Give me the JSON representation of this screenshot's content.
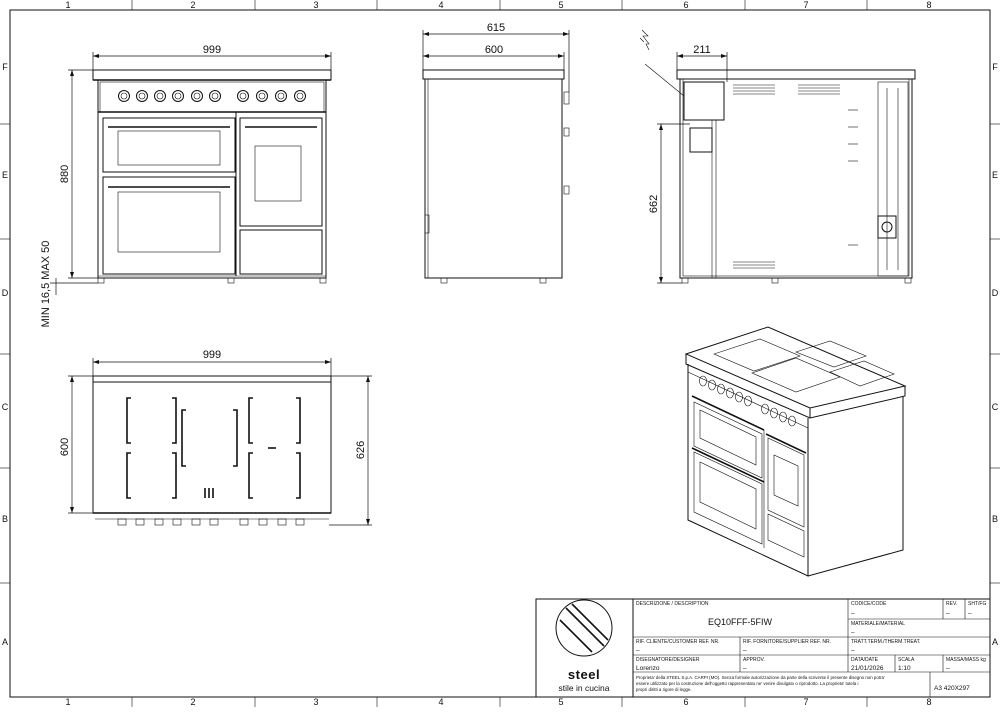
{
  "border_zones": {
    "columns": [
      "1",
      "2",
      "3",
      "4",
      "5",
      "6",
      "7",
      "8"
    ],
    "rows": [
      "F",
      "E",
      "D",
      "C",
      "B",
      "A"
    ]
  },
  "front_view": {
    "width_label": "999",
    "height_label": "880",
    "foot_label": "MIN 16,5 MAX 50"
  },
  "side_view": {
    "depth_outer_label": "615",
    "depth_body_label": "600"
  },
  "rear_view": {
    "offset_label": "211",
    "height_label": "662"
  },
  "top_view": {
    "width_label": "999",
    "depth_label": "600",
    "depth_outer_label": "626"
  },
  "title_block": {
    "descr_header": "DESCRIZIONE / DESCRIPTION",
    "descr_value": "EQ10FFF-5FIW",
    "code_header": "CODICE/CODE",
    "code_value": "–",
    "rev_header": "REV.",
    "rev_value": "–",
    "sht_header": "SHT/FG",
    "sht_value": "–",
    "mat_header": "MATERIALE/MATERIAL",
    "mat_value": "–",
    "ref_header": "RIF. CLIENTE/CUSTOMER REF. NR.",
    "ref_value": "–",
    "rif2_header": "RIF. FORNITORE/SUPPLIER REF. NR.",
    "rif2_value": "–",
    "tratt_header": "TRATT.TERM./THERM.TREAT.",
    "tratt_value": "–",
    "drawer_header": "DISEGNATORE/DESIGNER",
    "drawer_value": "Lorenzo",
    "appr_header": "APPROV.",
    "appr_value": "–",
    "date_header": "DATA/DATE",
    "date_value": "21/01/2026",
    "scale_header": "SCALA",
    "scale_value": "1:10",
    "mass_header": "MASSA/MASS kg",
    "mass_value": "–",
    "notice_line1": "Proprieta' della STEEL S.p.A. CARPI (MO). Senza formale autorizzazione da parte della scrivente il presente disegno non potra'",
    "notice_line2": "essere utilizzato per la costruzione dell'oggetto rappresentato ne' venire divulgato o riprodotto. La proprieta' tutela i",
    "notice_line3": "propri diritti a rigore di legge.",
    "sheet_format": "A3  420X297"
  },
  "logo": {
    "brand": "steel",
    "tagline": "stile in cucina"
  }
}
